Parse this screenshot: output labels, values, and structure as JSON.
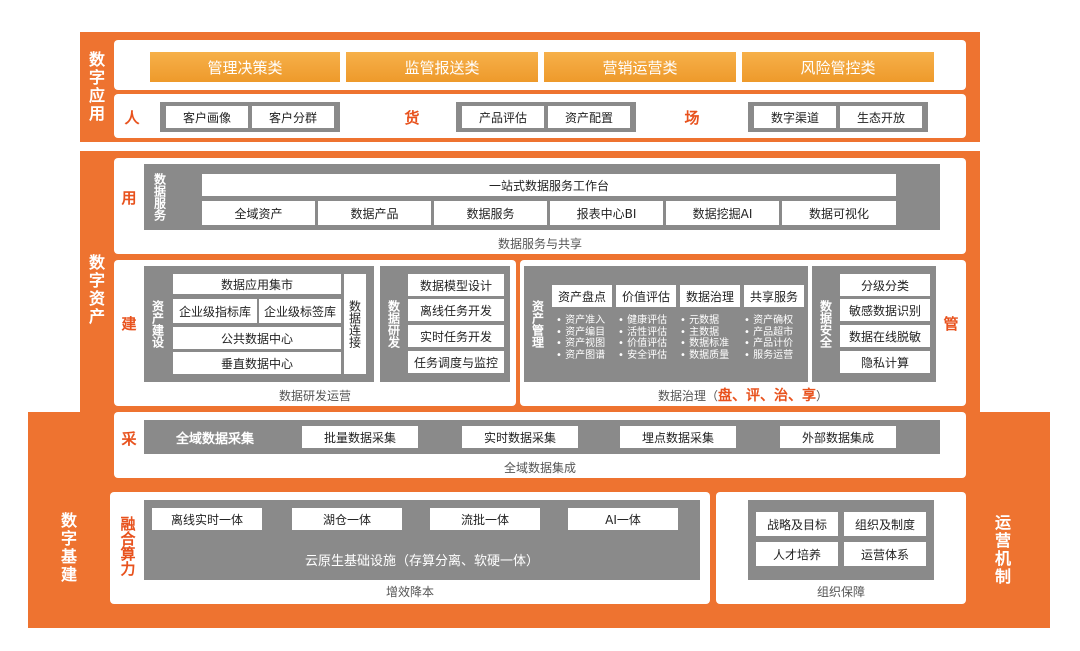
{
  "sections": {
    "app": "数字应用",
    "asset": "数字资产",
    "infra": "数字基建",
    "ops": "运营机制"
  },
  "app": {
    "categories": [
      "管理决策类",
      "监管报送类",
      "营销运营类",
      "风险管控类"
    ],
    "groups": [
      {
        "label": "人",
        "items": [
          "客户画像",
          "客户分群"
        ]
      },
      {
        "label": "货",
        "items": [
          "产品评估",
          "资产配置"
        ]
      },
      {
        "label": "场",
        "items": [
          "数字渠道",
          "生态开放"
        ]
      }
    ]
  },
  "use": {
    "side": "用",
    "vertical": "数据服务",
    "workbench": "一站式数据服务工作台",
    "items": [
      "全域资产",
      "数据产品",
      "数据服务",
      "报表中心BI",
      "数据挖掘AI",
      "数据可视化"
    ],
    "caption": "数据服务与共享"
  },
  "build": {
    "side": "建",
    "asset_label": "资产建设",
    "asset_items": {
      "top": "数据应用集市",
      "l1": "企业级指标库",
      "l2": "企业级标签库",
      "r3": "公共数据中心",
      "r4": "垂直数据中心",
      "conn": "数据连接"
    },
    "dev_label": "数据研发",
    "dev_items": [
      "数据模型设计",
      "离线任务开发",
      "实时任务开发",
      "任务调度与监控"
    ],
    "caption": "数据研发运营"
  },
  "gov": {
    "side": "管",
    "asset_mgmt": "资产管理",
    "cols": [
      {
        "title": "资产盘点",
        "list": [
          "资产准入",
          "资产编目",
          "资产视图",
          "资产图谱"
        ]
      },
      {
        "title": "价值评估",
        "list": [
          "健康评估",
          "活性评估",
          "价值评估",
          "安全评估"
        ]
      },
      {
        "title": "数据治理",
        "list": [
          "元数据",
          "主数据",
          "数据标准",
          "数据质量"
        ]
      },
      {
        "title": "共享服务",
        "list": [
          "资产确权",
          "产品超市",
          "产品计价",
          "服务运营"
        ]
      }
    ],
    "security": "数据安全",
    "sec_items": [
      "分级分类",
      "敏感数据识别",
      "数据在线脱敏",
      "隐私计算"
    ],
    "caption_prefix": "数据治理（",
    "caption_red": "盘、评、治、享",
    "caption_suffix": "）"
  },
  "collect": {
    "side": "采",
    "title": "全域数据采集",
    "items": [
      "批量数据采集",
      "实时数据采集",
      "埋点数据采集",
      "外部数据集成"
    ],
    "caption": "全域数据集成"
  },
  "compute": {
    "side": "融合算力",
    "items": [
      "离线实时一体",
      "湖仓一体",
      "流批一体",
      "AI一体"
    ],
    "cloud": "云原生基础设施（存算分离、软硬一体）",
    "caption": "增效降本"
  },
  "org": {
    "items": [
      "战略及目标",
      "组织及制度",
      "人才培养",
      "运营体系"
    ],
    "caption": "组织保障"
  },
  "colors": {
    "orange": "#ee7330",
    "grey": "#8a8a8a",
    "gold": "#f0a233",
    "red": "#e8521d"
  }
}
